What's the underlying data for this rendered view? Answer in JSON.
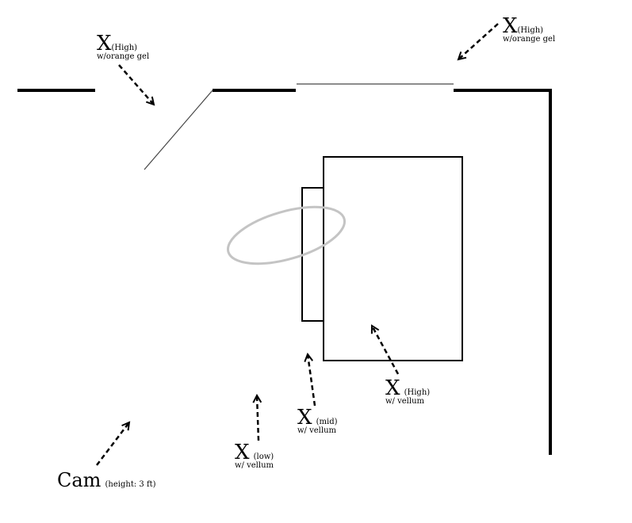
{
  "diagram": {
    "title": "Lighting setup floor plan",
    "lights": [
      {
        "id": "light-top-left",
        "marker": "X",
        "height": "(High)",
        "modifier": "w/orange gel"
      },
      {
        "id": "light-top-right",
        "marker": "X",
        "height": "(High)",
        "modifier": "w/orange gel"
      },
      {
        "id": "light-low",
        "marker": "X",
        "height": "(low)",
        "modifier": "w/ vellum"
      },
      {
        "id": "light-mid",
        "marker": "X",
        "height": "(mid)",
        "modifier": "w/ vellum"
      },
      {
        "id": "light-high-vellum",
        "marker": "X",
        "height": "(High)",
        "modifier": "w/ vellum"
      }
    ],
    "camera": {
      "label": "Cam",
      "note": "(height: 3 ft)"
    },
    "colors": {
      "walls": "#000000",
      "window": "#666666",
      "door": "#444444",
      "subject_ring": "#c4c4c4"
    }
  }
}
